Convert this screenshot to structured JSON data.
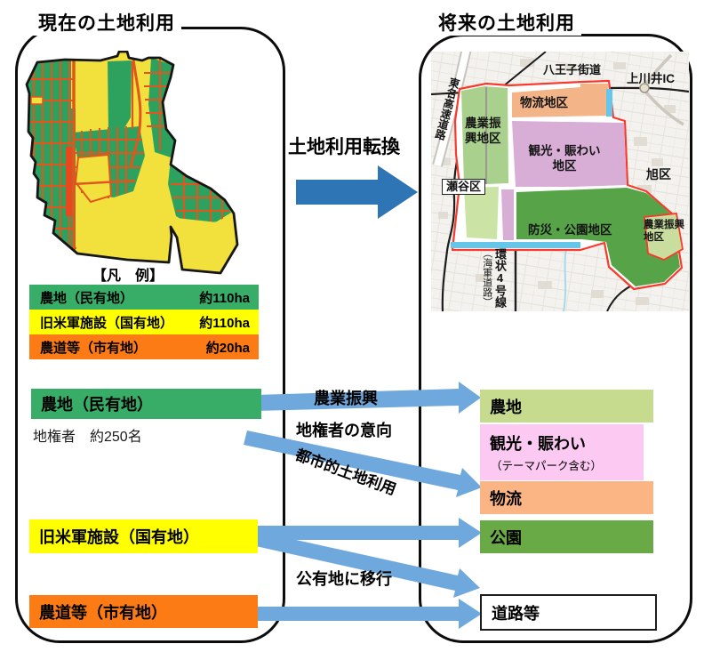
{
  "current": {
    "title": "現在の土地利用",
    "legend": {
      "title": "【凡　例】",
      "rows": [
        {
          "label": "農地（民有地）",
          "area": "約110ha",
          "color": "#38ad68"
        },
        {
          "label": "旧米軍施設（国有地）",
          "area": "約110ha",
          "color": "#ffff00"
        },
        {
          "label": "農道等（市有地）",
          "area": "約20ha",
          "color": "#fd7b15"
        }
      ]
    },
    "sources": [
      {
        "label": "農地（民有地）",
        "note": "地権者　約250名",
        "color": "#38ad68"
      },
      {
        "label": "旧米軍施設（国有地）",
        "color": "#ffff00"
      },
      {
        "label": "農道等（市有地）",
        "color": "#fd7b15"
      }
    ]
  },
  "future": {
    "title": "将来の土地利用",
    "map_labels": {
      "tomei": "東名高速道路",
      "hachioji": "八王子街道",
      "kamikawai_ic": "上川井IC",
      "logistics": "物流地区",
      "agri_left": [
        "農業振",
        "興地区"
      ],
      "kanko": [
        "観光・賑わい",
        "地区"
      ],
      "seya": "瀬谷区",
      "asahi": "旭区",
      "bosai_park": "防災・公園地区",
      "agri_right": [
        "農業振興",
        "地区"
      ],
      "ring_road": "環状4号線",
      "navy_road": "（海軍道路）"
    },
    "destinations": [
      {
        "label": "農地",
        "color": "#c7db8f"
      },
      {
        "label": "観光・賑わい",
        "sub": "（テーマパーク含む）",
        "color": "#fbc9f2"
      },
      {
        "label": "物流",
        "color": "#fbb584"
      },
      {
        "label": "公園",
        "color": "#6aaa46"
      },
      {
        "label": "道路等",
        "color": "#ffffff"
      }
    ]
  },
  "flow": {
    "conversion": "土地利用転換",
    "agri_promotion": "農業振興",
    "landowner_intent": "地権者の意向",
    "urban_use": "都市的土地利用",
    "to_public": "公有地に移行"
  },
  "palette": {
    "big_arrow": "#2e75b6",
    "light_arrow": "#6fa8dc",
    "site_boundary_red": "#f9392b",
    "map_pink": "#d9aed6",
    "map_orange": "#f3b488",
    "map_green_dark": "#57a347",
    "map_green_light": "#a9d08c"
  }
}
